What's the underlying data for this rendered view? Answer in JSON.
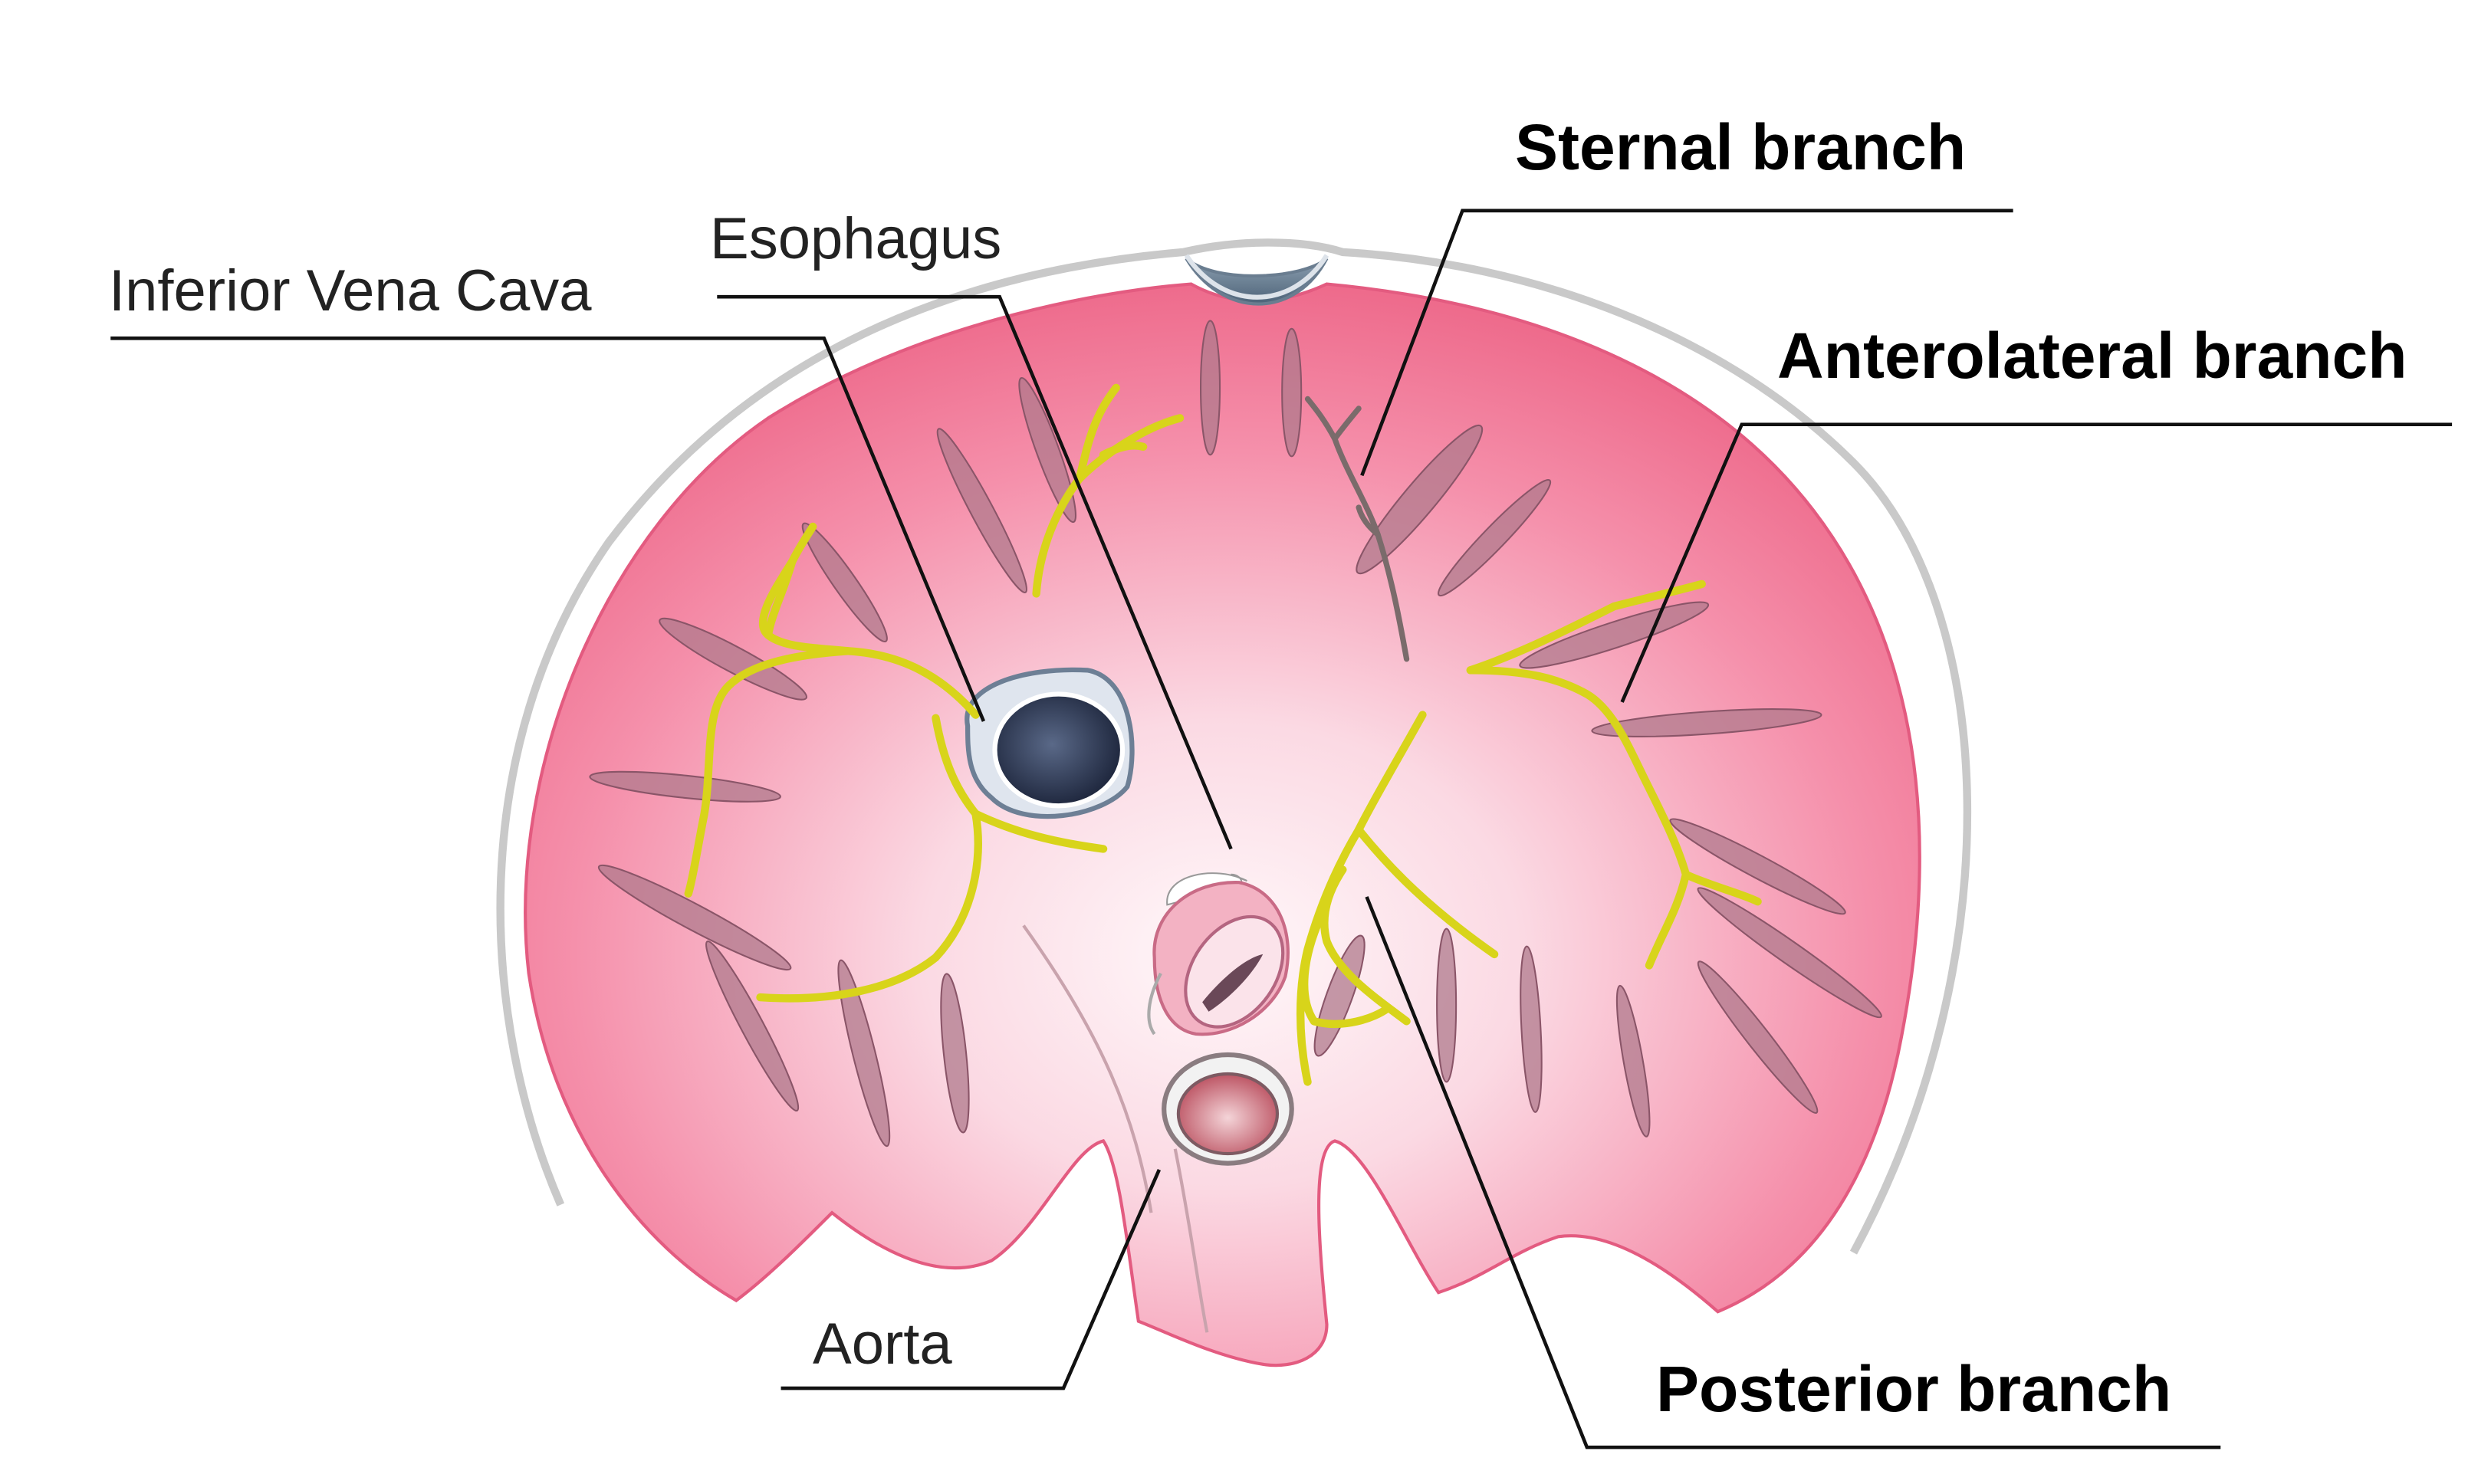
{
  "labels": {
    "inferior_vena_cava": "Inferior Vena Cava",
    "esophagus": "Esophagus",
    "aorta": "Aorta",
    "sternal_branch": "Sternal branch",
    "anterolateral_branch": "Anterolateral branch",
    "posterior_branch": "Posterior branch"
  },
  "colors": {
    "diaphragm_pink": "#f06a8c",
    "diaphragm_center": "#fff5f8",
    "nerve_yellow": "#e2de1a",
    "muscle_fiber": "#a86b7f",
    "rib_outline": "#c8c8c8",
    "vena_cava_dark": "#24304a",
    "leader_line": "#111111"
  }
}
